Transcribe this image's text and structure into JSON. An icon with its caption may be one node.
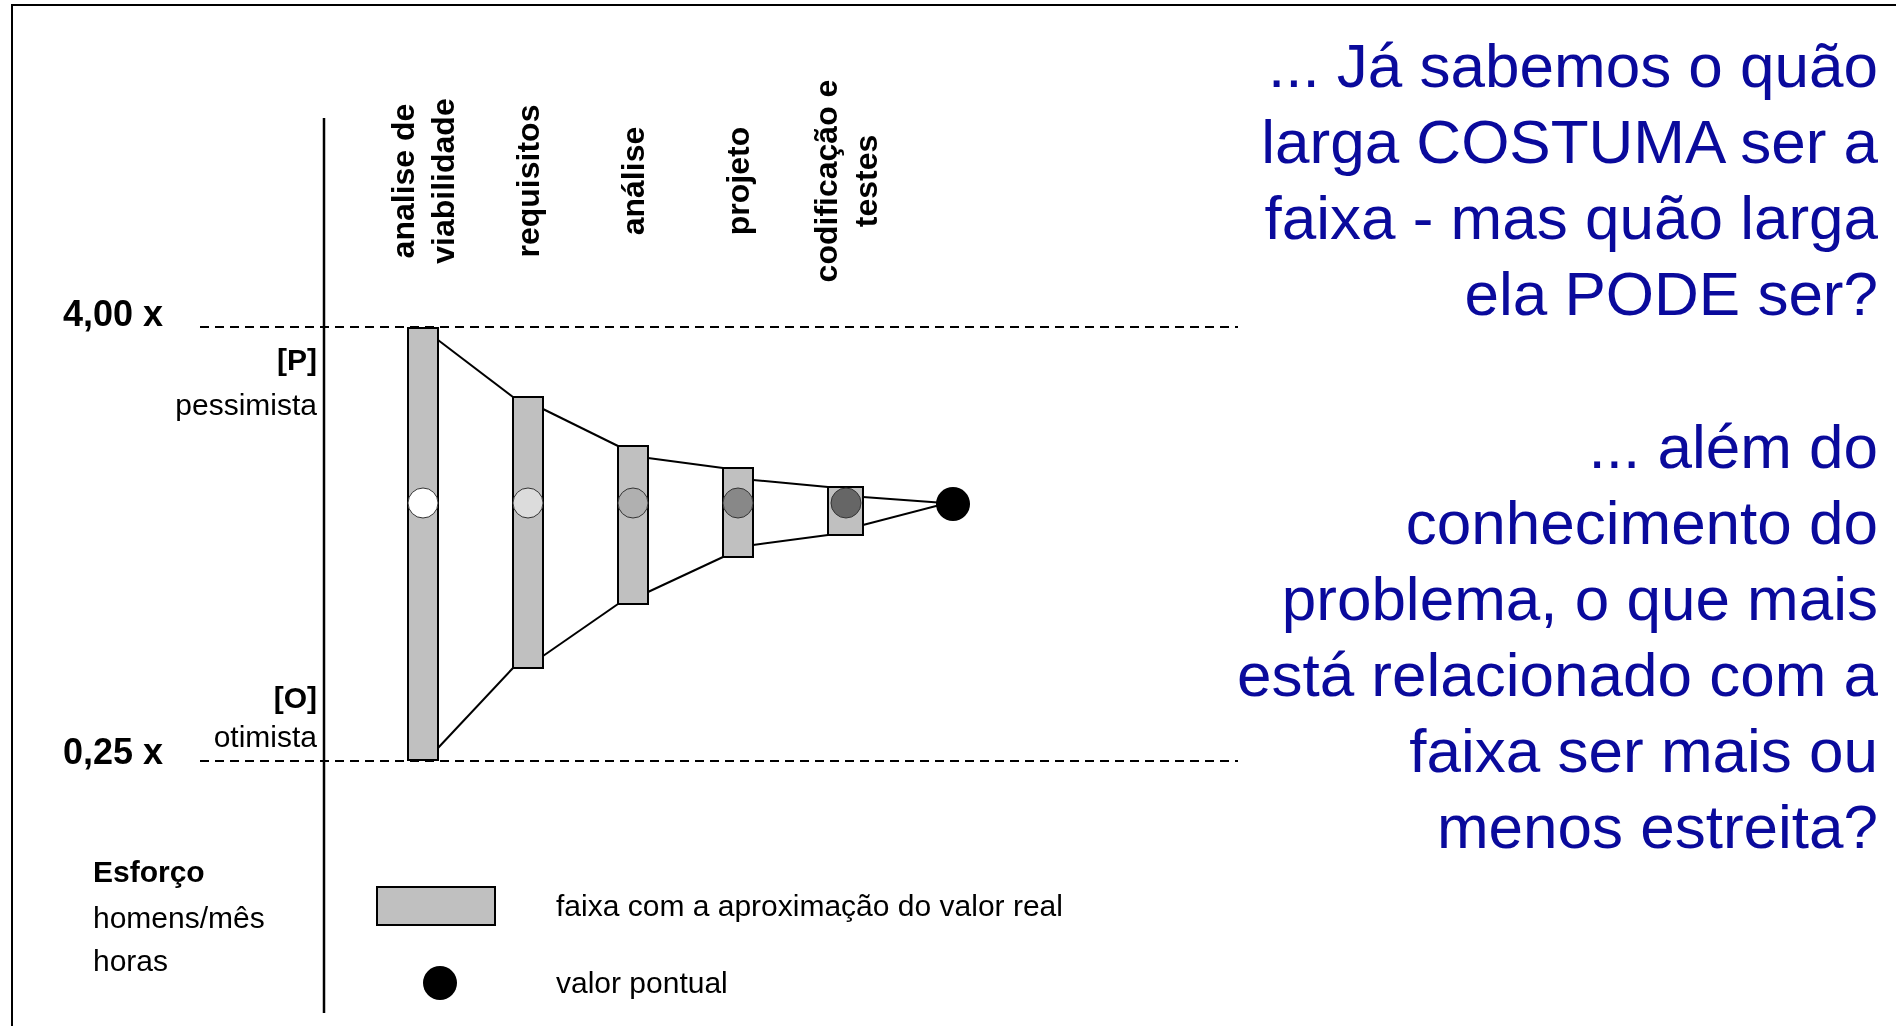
{
  "diagram": {
    "nodes": [
      {
        "text": [],
        "shape": "bar"
      },
      {
        "text": [],
        "shape": "bar"
      },
      {
        "text": [],
        "shape": "bar"
      },
      {
        "text": [],
        "shape": "bar"
      },
      {
        "text": [],
        "shape": "bar"
      },
      {
        "text": [],
        "shape": "circle"
      }
    ],
    "edges": [
      {
        "from": 0,
        "to": 1,
        "arrow": "none"
      },
      {
        "from": 0,
        "to": 1,
        "arrow": "none"
      },
      {
        "from": 1,
        "to": 2,
        "arrow": "none"
      },
      {
        "from": 1,
        "to": 2,
        "arrow": "none"
      },
      {
        "from": 2,
        "to": 3,
        "arrow": "none"
      },
      {
        "from": 2,
        "to": 3,
        "arrow": "none"
      },
      {
        "from": 3,
        "to": 4,
        "arrow": "none"
      },
      {
        "from": 3,
        "to": 4,
        "arrow": "none"
      },
      {
        "from": 4,
        "to": 5,
        "arrow": "none"
      },
      {
        "from": 4,
        "to": 5,
        "arrow": "none"
      }
    ],
    "labels": [
      "... Já sabemos o quão larga COSTUMA ser a faixa - mas quão larga ela PODE ser?",
      "analise de viabilidade",
      "requisitos",
      "análise",
      "projeto",
      "codificação e testes",
      "4,00 x",
      "[P]",
      "pessimista",
      "... além do conhecimento do problema, o que mais está relacionado com a faixa ser mais ou menos estreita?",
      "[O]",
      "otimista",
      "0,25 x",
      "Esforço",
      "homens/mês",
      "horas"
    ],
    "legend": [
      {
        "text": "faixa com a aproximação do valor real",
        "color": "#c0c0c0"
      },
      {
        "text": "valor pontual"
      }
    ]
  }
}
